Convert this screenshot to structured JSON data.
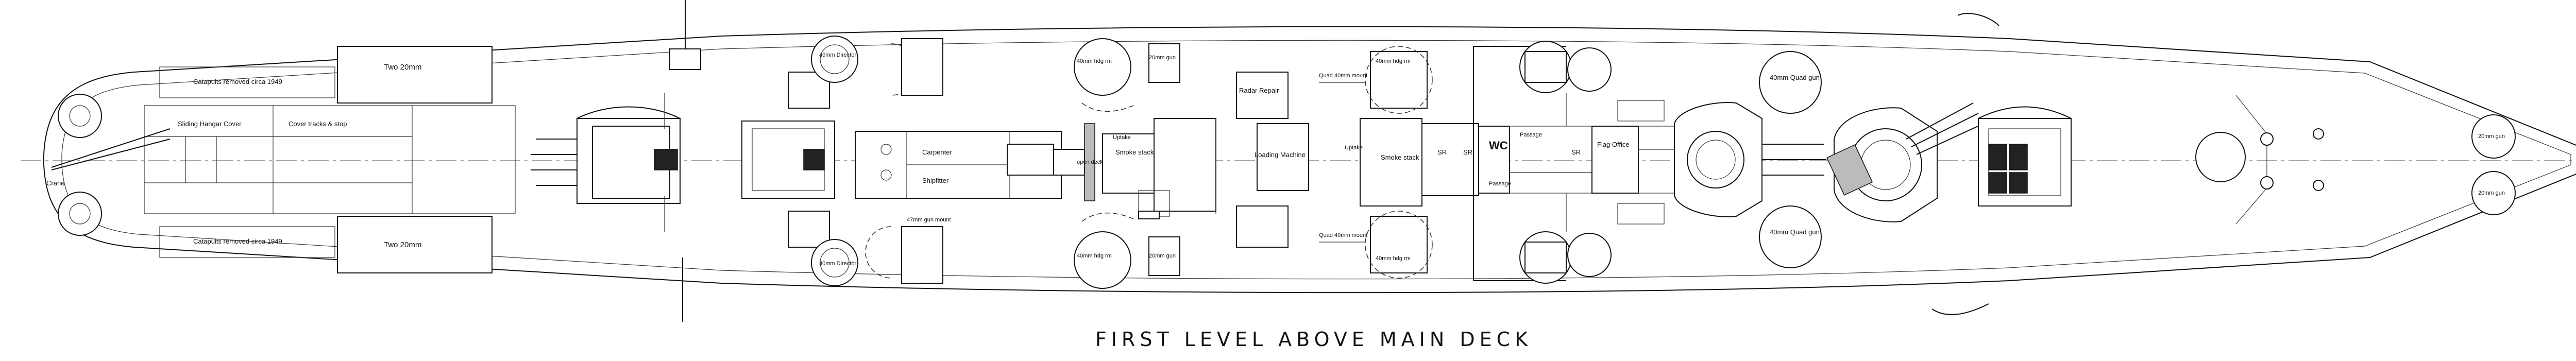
{
  "title": "FIRST LEVEL ABOVE MAIN DECK",
  "labels": {
    "two_20mm": "Two 20mm",
    "catapult_removed": "Catapults removed circa 1949",
    "sliding_hangar_cover": "Sliding Hangar Cover",
    "cover_tracks_stop": "Cover tracks & stop",
    "crane": "Crane",
    "mk_51_director": "40mm Director",
    "twenty_mm_gun": "20mm gun",
    "forty_mm_hdg_rm": "40mm hdg rm",
    "carpenter": "Carpenter",
    "shipfitter": "Shipfitter",
    "open_deck": "open deck",
    "uptake": "Uptake",
    "smoke_stack": "Smoke stack",
    "radar_repair": "Radar Repair",
    "loading_machine": "Loading Machine",
    "quad_40mm_mount": "Quad 40mm mount",
    "sr": "SR",
    "wc": "WC",
    "passage": "Passage",
    "flag_office": "Flag Office",
    "forty_mm_quad_gun": "40mm Quad gun",
    "gun_47mm": "47mm gun mount"
  },
  "colors": {
    "line": "#111111",
    "background": "#ffffff"
  }
}
